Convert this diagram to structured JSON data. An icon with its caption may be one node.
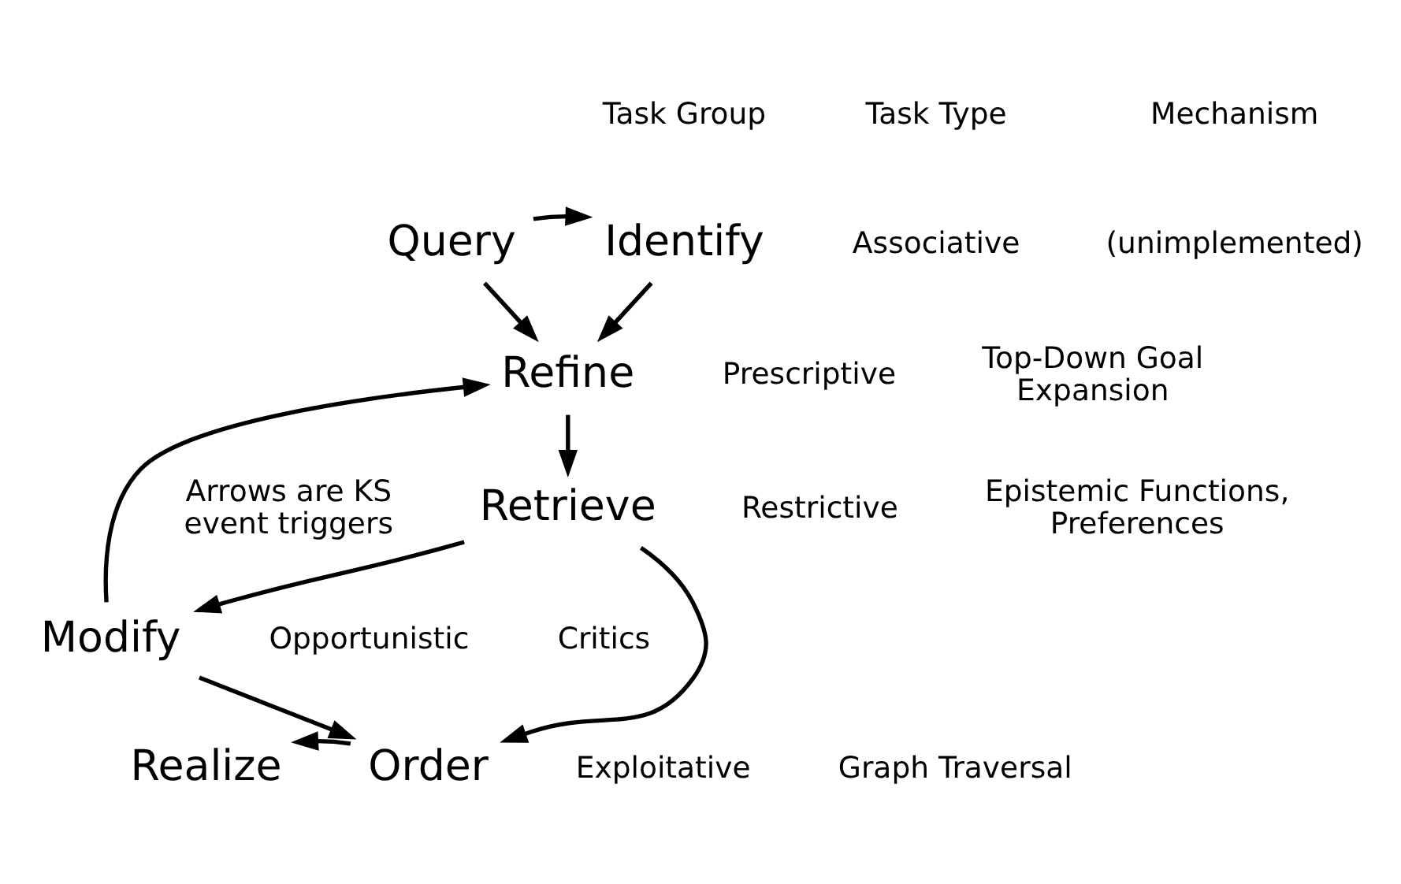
{
  "diagram": {
    "nodes": [
      {
        "text": [
          "Query"
        ]
      },
      {
        "text": [
          "Identify"
        ]
      },
      {
        "text": [
          "Refine"
        ]
      },
      {
        "text": [
          "Retrieve"
        ]
      },
      {
        "text": [
          "Modify"
        ]
      },
      {
        "text": [
          "Order"
        ]
      },
      {
        "text": [
          "Realize"
        ]
      }
    ],
    "edges": [
      {
        "from": 0,
        "to": 1,
        "arrow": "to"
      },
      {
        "from": 0,
        "to": 2,
        "arrow": "to"
      },
      {
        "from": 1,
        "to": 2,
        "arrow": "to"
      },
      {
        "from": 2,
        "to": 3,
        "arrow": "to"
      },
      {
        "from": 3,
        "to": 4,
        "arrow": "to"
      },
      {
        "from": 4,
        "to": 2,
        "arrow": "to"
      },
      {
        "from": 4,
        "to": 5,
        "arrow": "to"
      },
      {
        "from": 3,
        "to": 5,
        "arrow": "to"
      },
      {
        "from": 5,
        "to": 6,
        "arrow": "to"
      }
    ],
    "labels": [
      "Task Group",
      "Task Type",
      "Mechanism",
      "Associative",
      "(unimplemented)",
      "Prescriptive",
      "Top-Down Goal Expansion",
      "Arrows are KS event triggers",
      "Restrictive",
      "Epistemic Functions, Preferences",
      "Opportunistic",
      "Critics",
      "Exploitative",
      "Graph Traversal"
    ]
  }
}
